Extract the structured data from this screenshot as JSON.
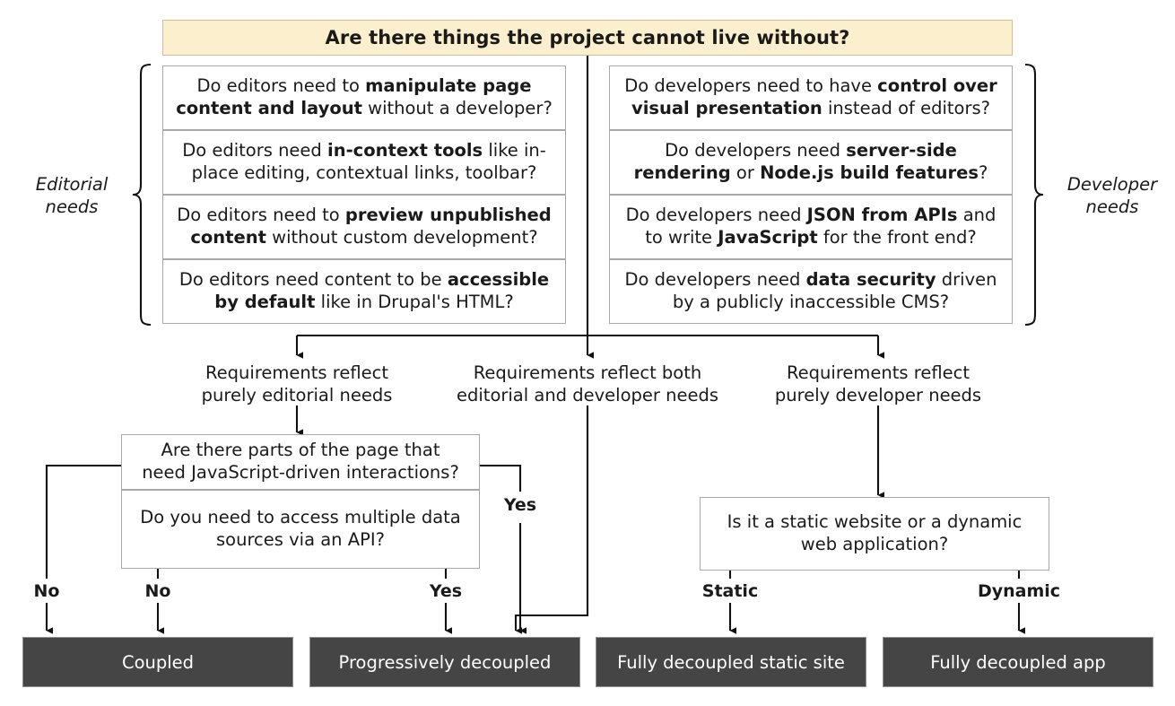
{
  "diagram": {
    "title": "Are there things the project cannot live without?",
    "side_labels": {
      "left": "Editorial\nneeds",
      "left_line1": "Editorial",
      "left_line2": "needs",
      "right_line1": "Developer",
      "right_line2": "needs"
    },
    "editorial_questions": [
      {
        "id": "manipulate-layout",
        "html": "Do editors need to <b>manipulate page content and layout</b> without a developer?"
      },
      {
        "id": "in-context-tools",
        "html": "Do editors need <b>in-context tools</b> like in-place editing, contextual links, toolbar?"
      },
      {
        "id": "preview-unpublished",
        "html": "Do editors need to <b>preview unpublished content</b> without custom development?"
      },
      {
        "id": "accessible-by-default",
        "html": "Do editors need content to be <b>accessible by default</b> like in Drupal's HTML?"
      }
    ],
    "developer_questions": [
      {
        "id": "visual-control",
        "html": "Do developers need to have <b>control over visual presentation</b> instead of editors?"
      },
      {
        "id": "ssr-node",
        "html": "Do developers need <b>server-side rendering</b> or <b>Node.js build features</b>?"
      },
      {
        "id": "json-javascript",
        "html": "Do developers need <b>JSON from APIs</b> and to write <b>JavaScript</b> for the front end?"
      },
      {
        "id": "data-security",
        "html": "Do developers need <b>data security</b> driven by a publicly inaccessible CMS?"
      }
    ],
    "branch_labels": [
      {
        "id": "purely-editorial",
        "line1": "Requirements reflect",
        "line2": "purely editorial needs"
      },
      {
        "id": "both",
        "line1": "Requirements reflect both",
        "line2": "editorial and developer needs"
      },
      {
        "id": "purely-developer",
        "line1": "Requirements reflect",
        "line2": "purely developer needs"
      }
    ],
    "editorial_decisions": [
      {
        "id": "js-interactions",
        "line1": "Are there parts of the page that",
        "line2": "need JavaScript-driven interactions?"
      },
      {
        "id": "multiple-data-sources",
        "line1": "Do you need to access multiple data",
        "line2": "sources via an API?"
      }
    ],
    "developer_decision": {
      "id": "static-or-dynamic",
      "line1": "Is it a static website or a dynamic",
      "line2": "web application?"
    },
    "edge_labels": {
      "no_left": "No",
      "no_right": "No",
      "yes_bottom": "Yes",
      "yes_side": "Yes",
      "static": "Static",
      "dynamic": "Dynamic"
    },
    "results": [
      {
        "id": "coupled",
        "label": "Coupled"
      },
      {
        "id": "progressively-decoupled",
        "label": "Progressively decoupled"
      },
      {
        "id": "fully-decoupled-static",
        "label": "Fully decoupled static site"
      },
      {
        "id": "fully-decoupled-app",
        "label": "Fully decoupled app"
      }
    ],
    "colors": {
      "header_fill": "#fcefcd",
      "header_border": "#cdbf9c",
      "box_border": "#a9a9a9",
      "result_fill": "#454545",
      "result_text": "#ffffff",
      "line": "#111111",
      "page_bg": "#ffffff"
    }
  }
}
